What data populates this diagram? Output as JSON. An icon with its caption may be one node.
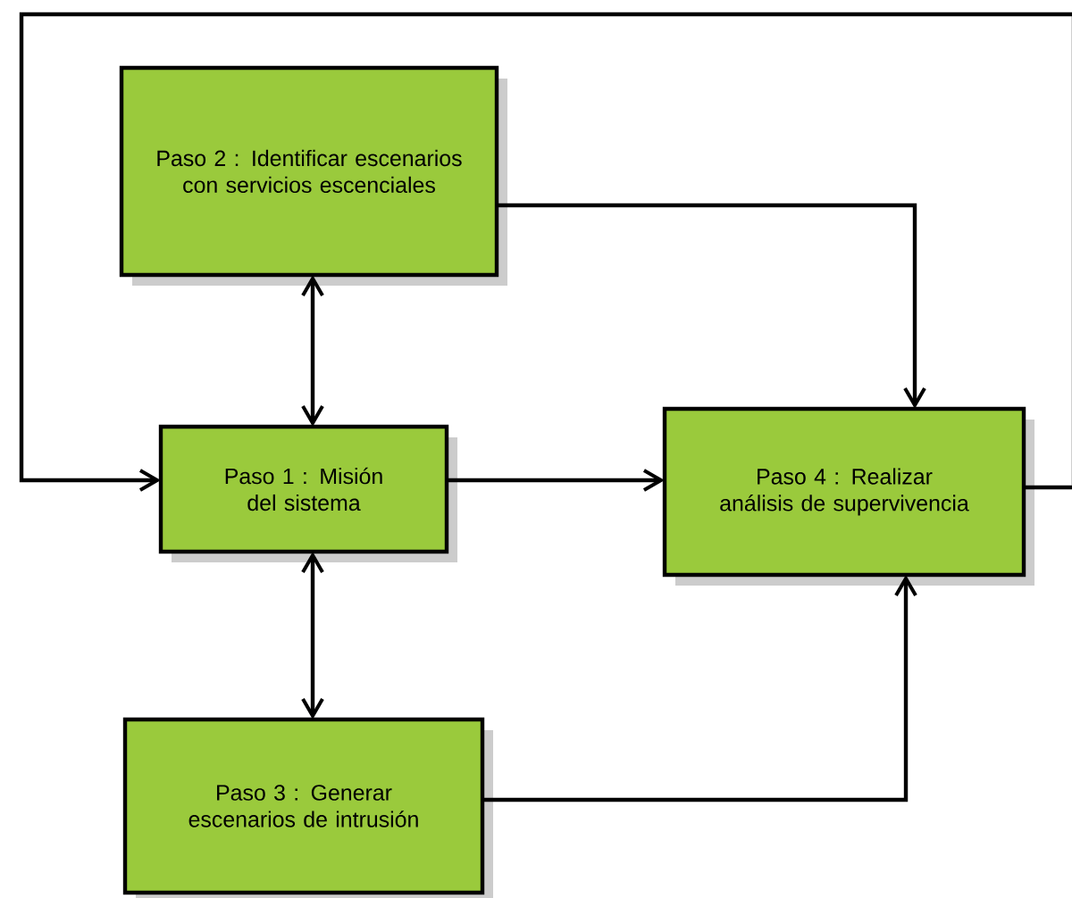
{
  "diagram": {
    "nodes": [
      {
        "text": [
          "Paso 2 : Identificar escenarios con servicios escenciales"
        ]
      },
      {
        "text": [
          "Paso 1 : Misión del sistema"
        ]
      },
      {
        "text": [
          "Paso 4 : Realizar análisis de supervivencia"
        ]
      },
      {
        "text": [
          "Paso 3 : Generar escenarios de intrusión"
        ]
      }
    ],
    "edges": [
      {
        "from": 0,
        "to": 1,
        "arrow": "both"
      },
      {
        "from": 1,
        "to": 2,
        "arrow": "to"
      },
      {
        "from": 0,
        "to": 2,
        "arrow": "to"
      },
      {
        "from": 3,
        "to": 2,
        "arrow": "to"
      },
      {
        "from": 1,
        "to": 3,
        "arrow": "both"
      },
      {
        "from": 2,
        "to": 1,
        "arrow": "to"
      }
    ]
  }
}
